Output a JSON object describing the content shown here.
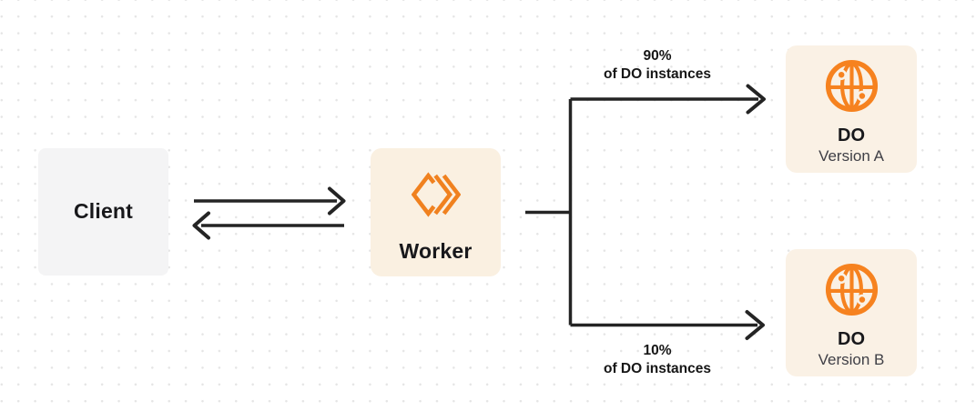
{
  "colors": {
    "background": "#FFFFFF",
    "dot_grid": "#E5E5E5",
    "connector": "#242424",
    "orange_accent": "#F6821F",
    "client_box_bg": "#F4F4F5",
    "worker_box_bg": "#FAF0E1",
    "do_box_bg": "#FAF1E5",
    "title_text": "#18181B",
    "subtitle_text": "#3F3F46"
  },
  "nodes": {
    "client": {
      "label": "Client"
    },
    "worker": {
      "label": "Worker",
      "icon": "cloudflare-workers-icon"
    },
    "do_version_a": {
      "title": "DO",
      "subtitle": "Version A",
      "icon": "durable-object-globe-icon"
    },
    "do_version_b": {
      "title": "DO",
      "subtitle": "Version B",
      "icon": "durable-object-globe-icon"
    }
  },
  "edge_labels": {
    "to_version_a": {
      "line1": "90%",
      "line2": "of DO instances"
    },
    "to_version_b": {
      "line1": "10%",
      "line2": "of DO instances"
    }
  }
}
